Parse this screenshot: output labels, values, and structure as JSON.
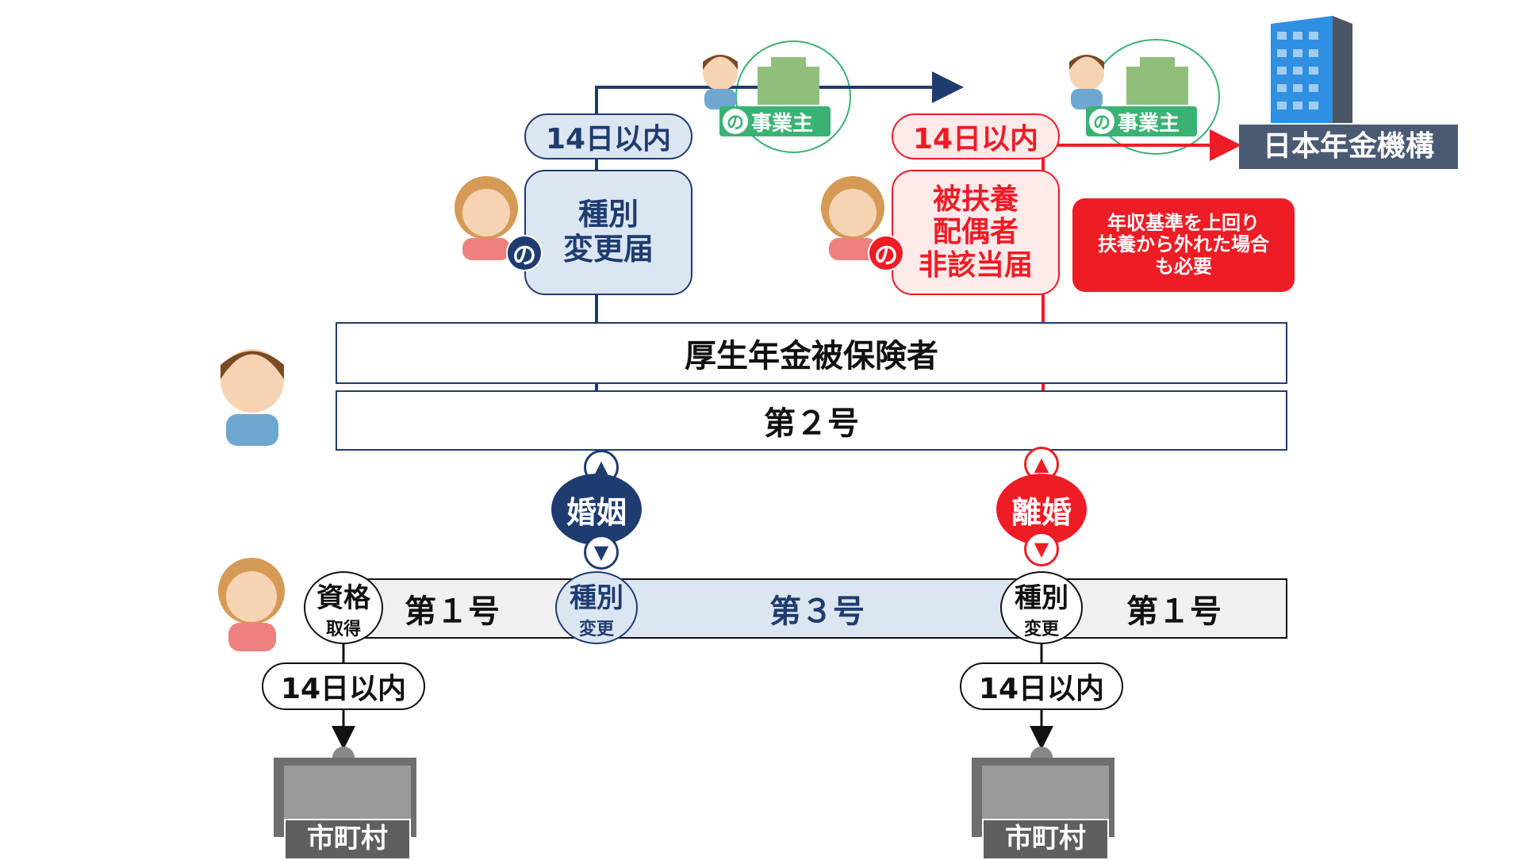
{
  "top_flow": {
    "deadline_left": "14日以内",
    "form_left": "種別\n変更届",
    "deadline_right": "14日以内",
    "form_right": "被扶養\n配偶者\n非該当届",
    "note_right": "年収基準を上回り\n扶養から外れた場合\nも必要",
    "no_glyph": "の",
    "employer_label": "事業主",
    "pension_org": "日本年金機構"
  },
  "bars": {
    "kosei": "厚生年金被保険者",
    "dai2": "第２号"
  },
  "events": {
    "marriage": "婚姻",
    "divorce": "離婚",
    "up_arrow": "▲",
    "down_arrow": "▼"
  },
  "timeline": {
    "acquire_top": "資格",
    "acquire_bottom": "取得",
    "seg1": "第１号",
    "change_top": "種別",
    "change_bottom": "変更",
    "seg3": "第３号",
    "seg1b": "第１号"
  },
  "bottom": {
    "deadline_left": "14日以内",
    "deadline_right": "14日以内",
    "municipality": "市町村"
  },
  "colors": {
    "navy": "#1f3c70",
    "red": "#ee1c25",
    "light_blue": "#dce6f1",
    "green": "#3bb273"
  }
}
